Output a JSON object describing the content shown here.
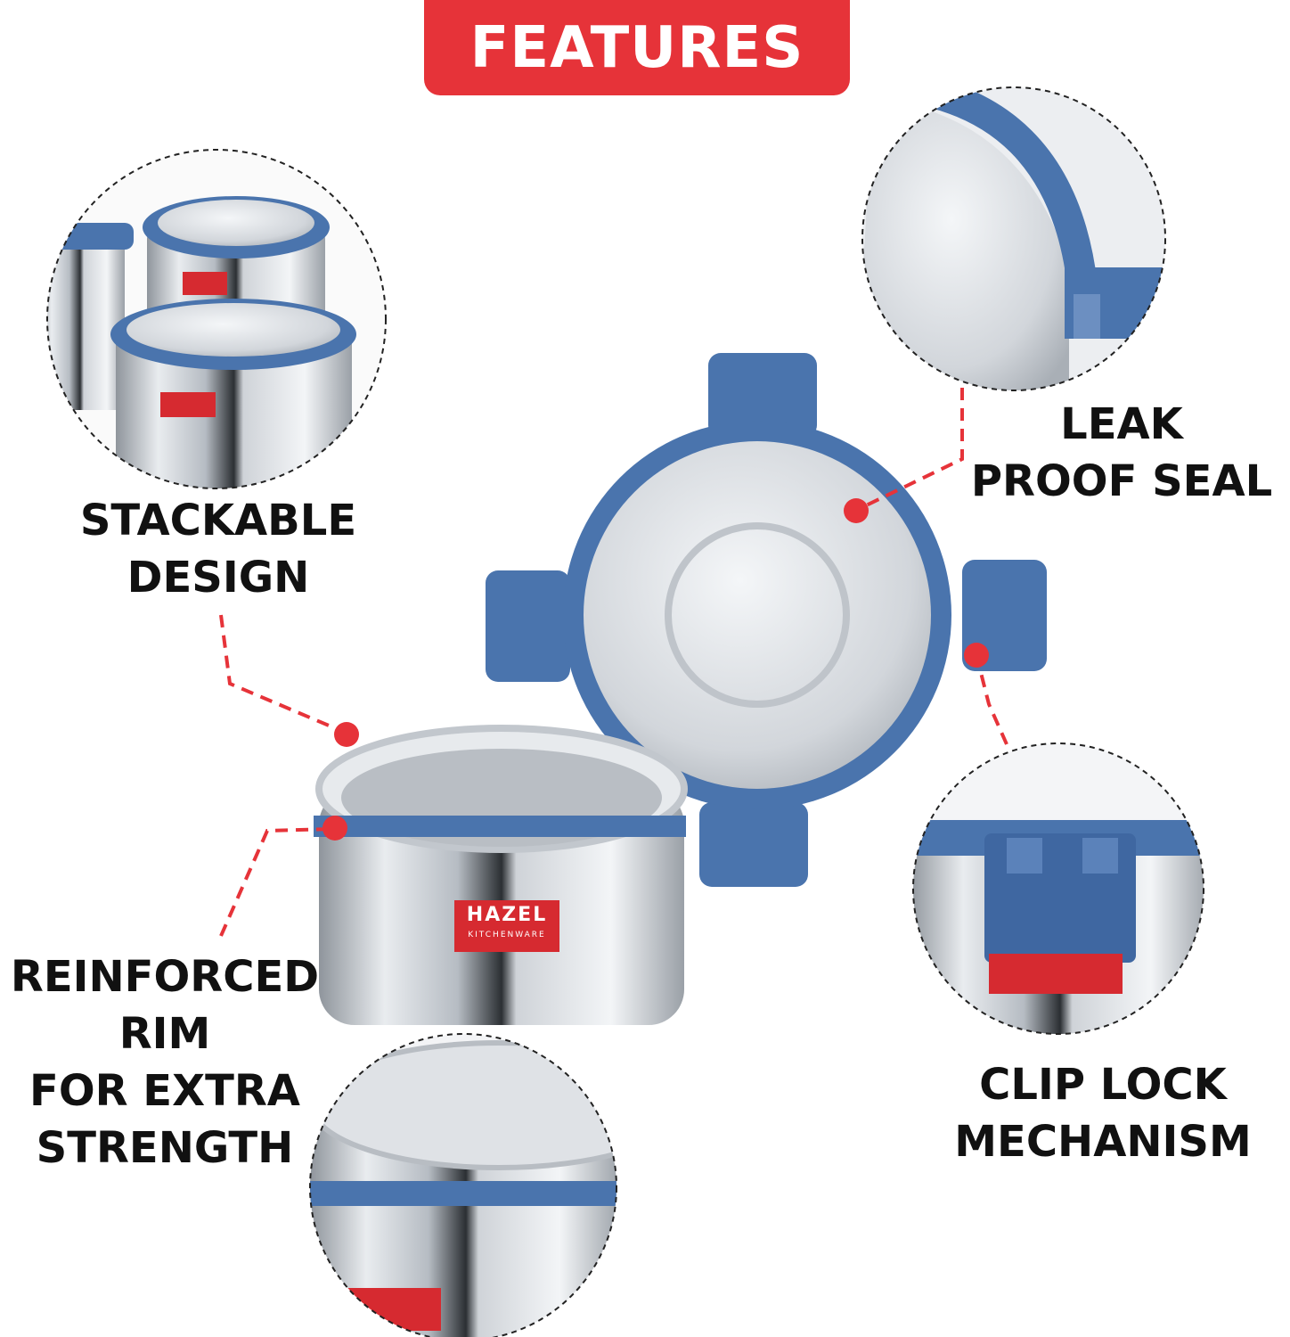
{
  "header": {
    "title": "FEATURES"
  },
  "features": {
    "stackable": {
      "line1": "STACKABLE",
      "line2": "DESIGN"
    },
    "leak": {
      "line1": "LEAK",
      "line2": "PROOF SEAL"
    },
    "rim": {
      "line1": "REINFORCED",
      "line2": "RIM",
      "line3": "FOR EXTRA",
      "line4": "STRENGTH"
    },
    "clip": {
      "line1": "CLIP LOCK",
      "line2": "MECHANISM"
    }
  },
  "brand": {
    "name": "HAZEL",
    "sub": "KITCHENWARE"
  },
  "colors": {
    "accent": "#e63339",
    "lid_blue": "#4a74ad",
    "steel": "#cfd3d8"
  }
}
